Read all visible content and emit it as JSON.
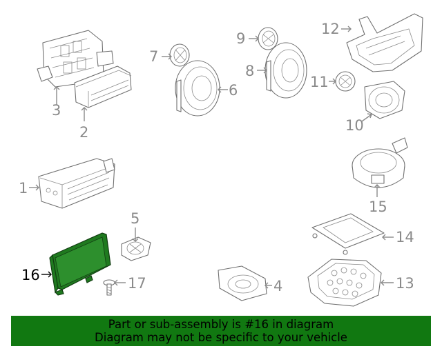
{
  "highlighted_part": "16",
  "callouts": {
    "c1": "1",
    "c2": "2",
    "c3": "3",
    "c4": "4",
    "c5": "5",
    "c6": "6",
    "c7": "7",
    "c8": "8",
    "c9": "9",
    "c10": "10",
    "c11": "11",
    "c12": "12",
    "c13": "13",
    "c14": "14",
    "c15": "15",
    "c16": "16",
    "c17": "17"
  },
  "banner": {
    "line1": "Part or sub-assembly is #16 in diagram",
    "line2": "Diagram may not be specific to your vehicle"
  },
  "colors": {
    "highlight": "#1f7a1f",
    "banner": "#117811",
    "label": "#8a8a8a"
  }
}
